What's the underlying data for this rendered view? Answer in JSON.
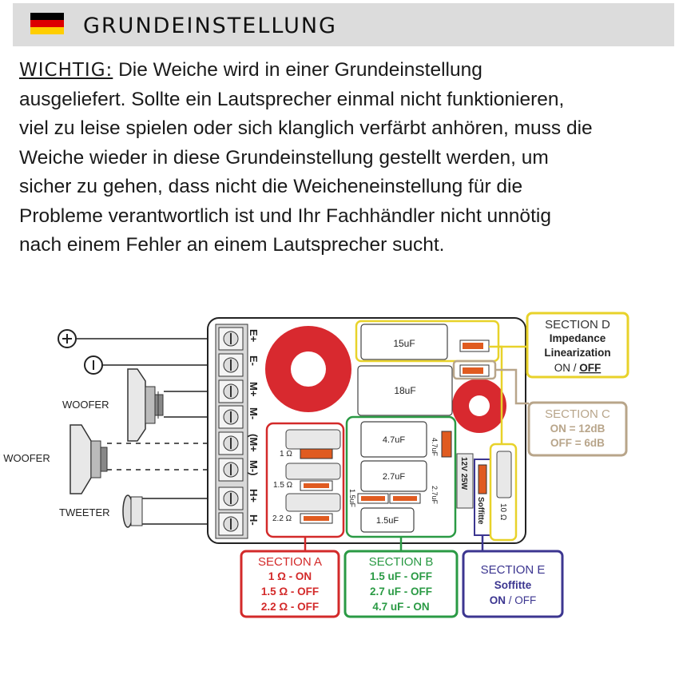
{
  "header": {
    "title": "GRUNDEINSTELLUNG",
    "flag_colors": [
      "#000000",
      "#dd0000",
      "#ffce00"
    ]
  },
  "intro": {
    "lead": "WICHTIG:",
    "lines": [
      " Die Weiche wird in einer Grundeinstellung",
      "ausgeliefert. Sollte ein Lautsprecher einmal nicht funktionieren,",
      "viel zu leise spielen oder sich klanglich verfärbt anhören, muss die",
      "Weiche wieder in diese Grundeinstellung gestellt werden, um",
      "sicher zu gehen, dass nicht die Weicheneinstellung für die",
      "Probleme verantwortlich ist und Ihr Fachhändler nicht unnötig",
      "nach einem Fehler an einem Lautsprecher sucht."
    ]
  },
  "diagram": {
    "speakers": {
      "woofer": "WOOFER",
      "woofer2": "\" WOOFER",
      "tweeter": "TWEETER"
    },
    "terminals": [
      "E+",
      "E-",
      "M+",
      "M-",
      "(M+",
      "M-)",
      "H+",
      "H-"
    ],
    "components": {
      "cap_15": "15uF",
      "cap_18": "18uF",
      "cap_47": "4.7uF",
      "cap_27": "2.7uF",
      "cap_15b": "1.5uF",
      "side_47": "4.7uF",
      "side_27": "2.7uF",
      "side_15": "1.5uF",
      "res_1": "1 Ω",
      "res_15": "1.5 Ω",
      "res_22": "2.2 Ω",
      "res_12v": "12V 25W",
      "soffitte": "Soffitte",
      "res_10": "10 Ω"
    },
    "section_a": {
      "title": "SECTION A",
      "lines": [
        "1 Ω - ON",
        "1.5 Ω - OFF",
        "2.2 Ω - OFF"
      ],
      "color": "#d32a2a"
    },
    "section_b": {
      "title": "SECTION B",
      "lines": [
        "1.5 uF - OFF",
        "2.7 uF - OFF",
        "4.7 uF - ON"
      ],
      "color": "#2a9a44"
    },
    "section_c": {
      "title": "SECTION C",
      "lines": [
        "ON = 12dB",
        "OFF = 6dB"
      ],
      "color": "#b8a58a"
    },
    "section_d": {
      "title": "SECTION D",
      "line1": "Impedance",
      "line2": "Linearization",
      "on": "ON / ",
      "off": "OFF",
      "color": "#e8d22a"
    },
    "section_e": {
      "title": "SECTION E",
      "line1": "Soffitte",
      "on": "ON",
      "off": " / OFF",
      "color": "#3c3690"
    }
  }
}
